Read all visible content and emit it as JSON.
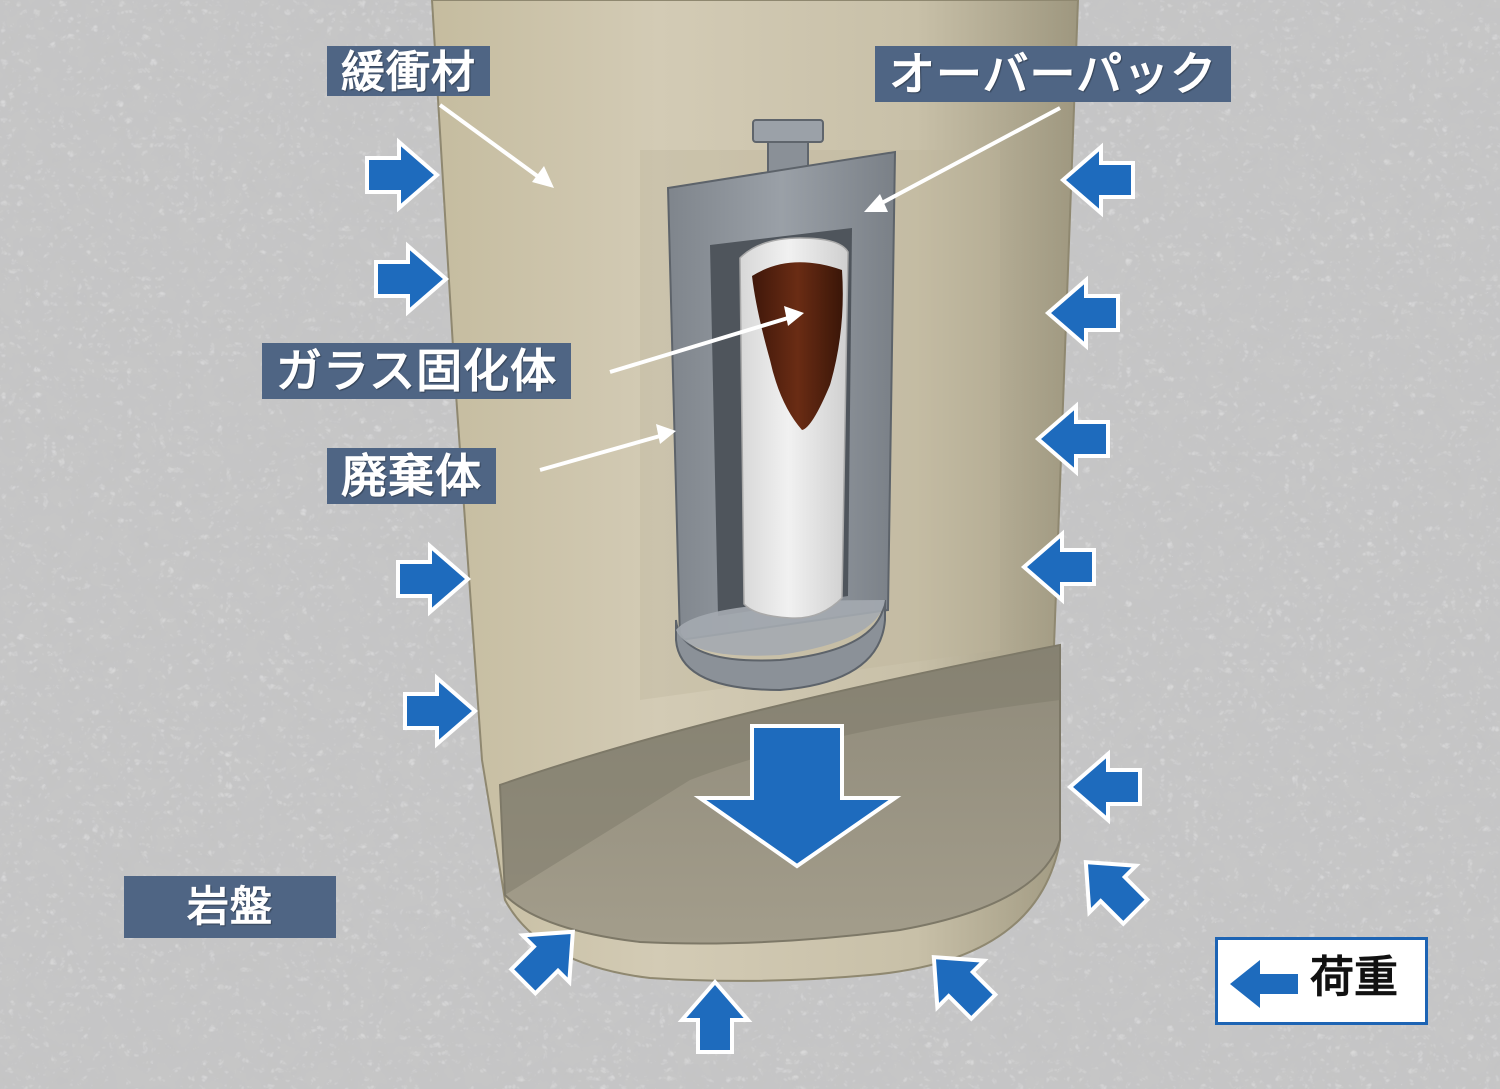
{
  "labels": {
    "buffer": "緩衝材",
    "overpack": "オーバーパック",
    "glass": "ガラス固化体",
    "waste": "廃棄体",
    "bedrock": "岩盤"
  },
  "legend": {
    "label": "荷重",
    "icon": "left-arrow-icon"
  },
  "colors": {
    "rock": "#c9c9c9",
    "buffer": "#cfc6b0",
    "overpack": "#8e949b",
    "glass_canister": "#e6e6e6",
    "glass_melt": "#5a2512",
    "arrow": "#1e6bbd",
    "label_bg": "#4f6584"
  }
}
